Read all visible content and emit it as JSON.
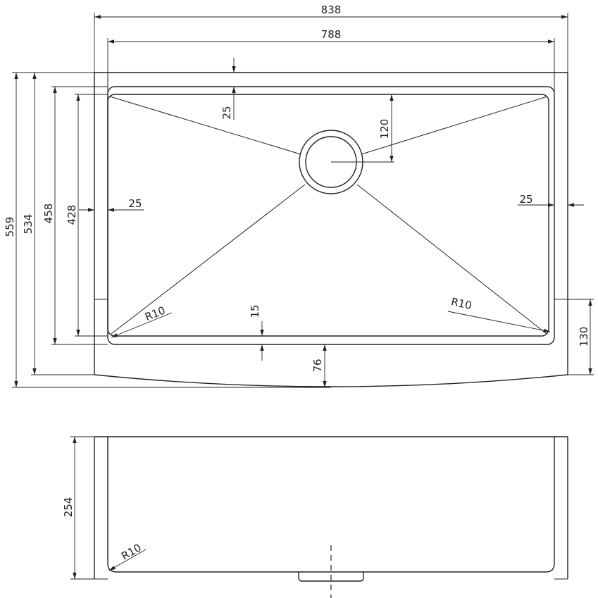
{
  "top_view": {
    "overall_width": "838",
    "bowl_width": "788",
    "overall_depth": "559",
    "depth_534": "534",
    "depth_458": "458",
    "depth_428": "428",
    "drain_offset": "120",
    "rim_top": "25",
    "rim_left": "25",
    "rim_right": "25",
    "rim_bottom": "15",
    "apron_front": "76",
    "apron_side": "130",
    "radius_left": "R10",
    "radius_right": "R10"
  },
  "front_view": {
    "bowl_height": "254",
    "radius": "R10"
  }
}
